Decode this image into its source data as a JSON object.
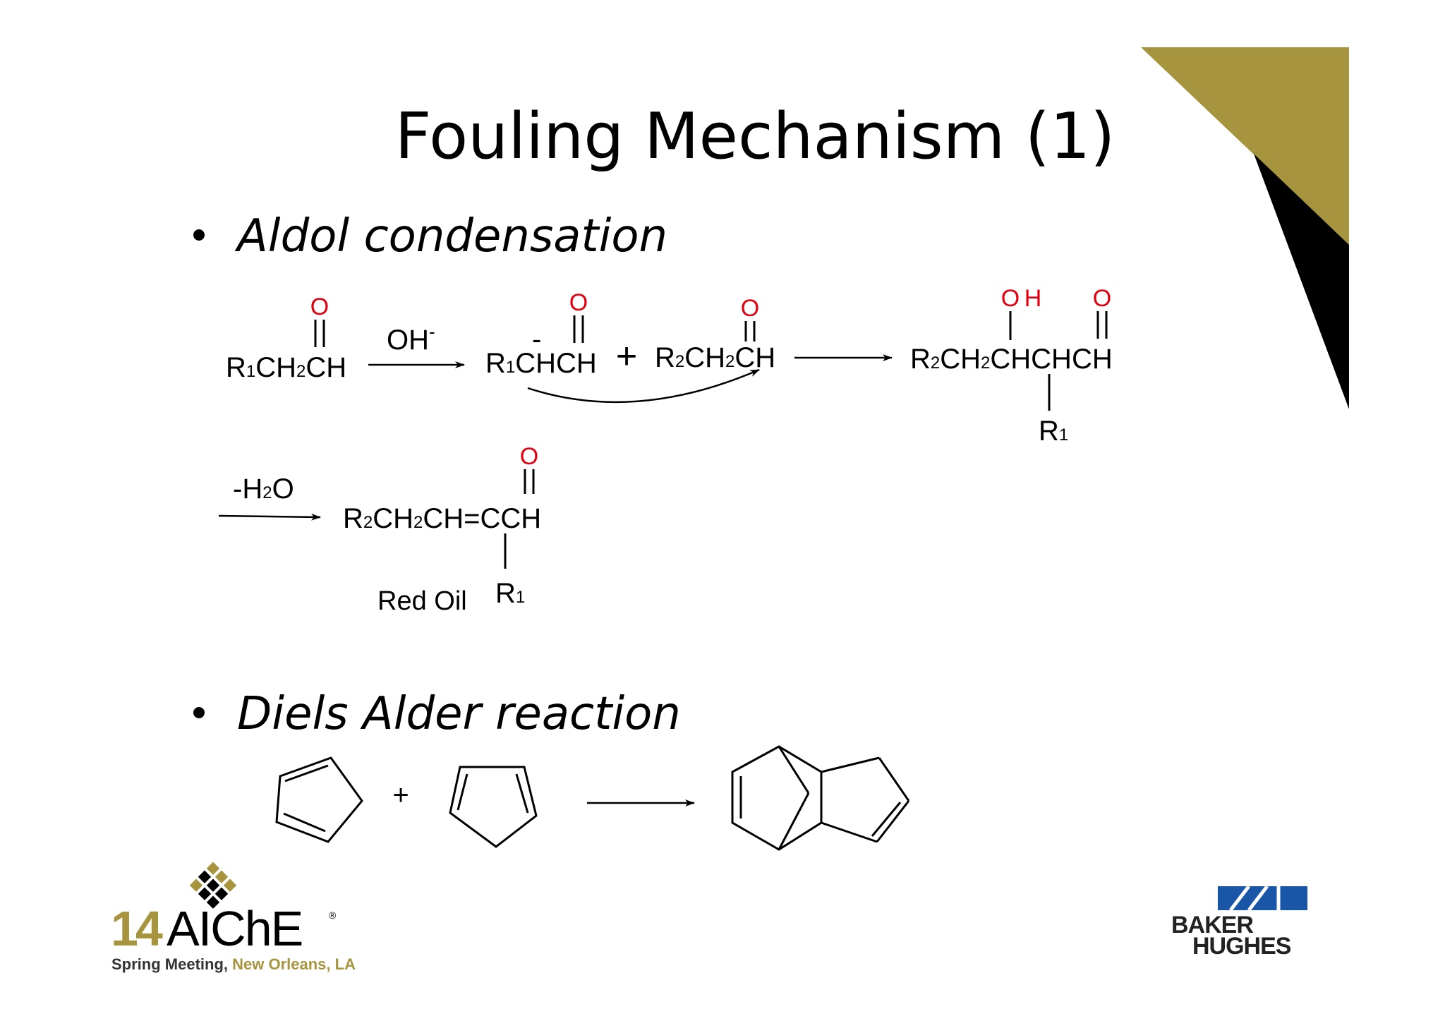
{
  "slide": {
    "title": "Fouling Mechanism (1)",
    "bullets": [
      "Aldol condensation",
      "Diels Alder reaction"
    ]
  },
  "aldol": {
    "reactant_main": "R",
    "reactant_sub": "1",
    "reactant_rest": "CH",
    "reactant_sub2": "2",
    "reactant_end": "CH",
    "oxygen": "O",
    "minus": "-",
    "reagent_main": "OH",
    "reagent_sup": "-",
    "plus": "+",
    "r1": "R",
    "r1_sub": "1",
    "r2": "R",
    "r2_sub": "2",
    "ch": "CH",
    "ch_sub": "2",
    "chch": "CHCH",
    "h": "H",
    "water_minus": "-H",
    "water_sub": "2",
    "water_end": "O",
    "alkene": "CH=CCH",
    "red_oil": "Red Oil"
  },
  "diels_alder": {
    "plus": "+"
  },
  "colors": {
    "oxygen": "#e0000f",
    "gold": "#a6943f",
    "black": "#000000",
    "baker_blue": "#1a56a8",
    "aiche_gold": "#a6943f"
  },
  "logos": {
    "aiche_number": "14",
    "aiche_name": "AIChE",
    "aiche_reg": "®",
    "aiche_meeting": "Spring Meeting,",
    "aiche_location": "New Orleans, LA",
    "baker_line1": "BAKER",
    "baker_line2": "HUGHES"
  }
}
